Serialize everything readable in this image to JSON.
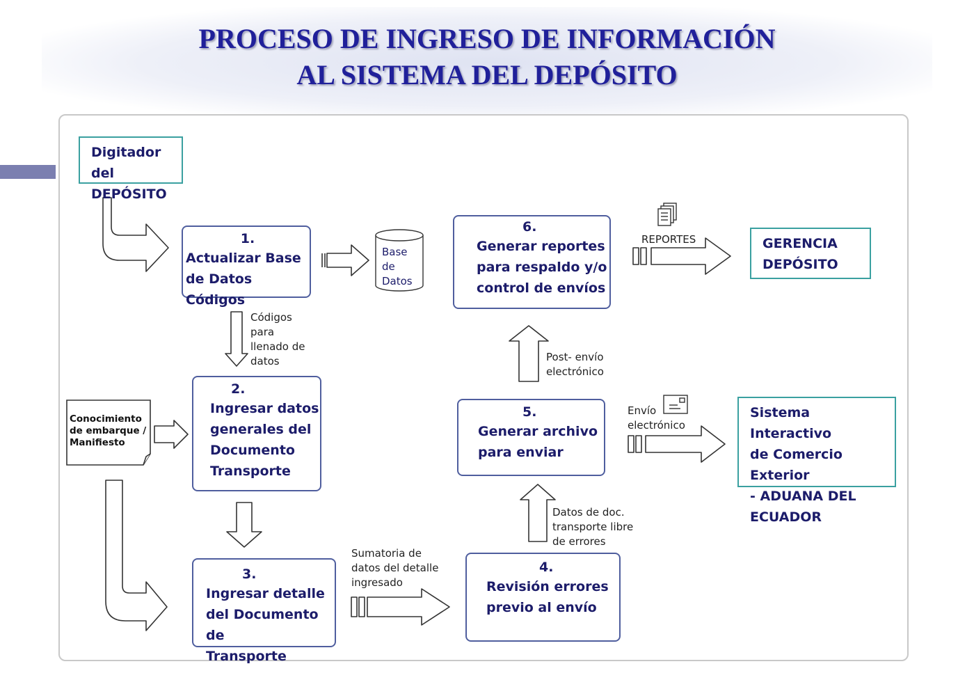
{
  "title": {
    "line1": "PROCESO DE INGRESO DE INFORMACIÓN",
    "line2": "AL SISTEMA DEL DEPÓSITO"
  },
  "actors": {
    "digitador": "Digitador del\nDEPÓSITO",
    "gerencia": "GERENCIA\nDEPÓSITO",
    "aduana": "Sistema Interactivo\nde Comercio Exterior\n- ADUANA DEL\nECUADOR"
  },
  "steps": [
    {
      "number": "1.",
      "text": "Actualizar Base\nde Datos Códigos"
    },
    {
      "number": "2.",
      "text": "Ingresar datos\ngenerales del\nDocumento\nTransporte"
    },
    {
      "number": "3.",
      "text": "Ingresar detalle\ndel  Documento de\nTransporte"
    },
    {
      "number": "4.",
      "text": "Revisión errores\nprevio al envío"
    },
    {
      "number": "5.",
      "text": "Generar archivo\npara enviar"
    },
    {
      "number": "6.",
      "text": "Generar reportes\npara respaldo y/o\ncontrol de envíos"
    }
  ],
  "database": "Base\nde\nDatos",
  "document": "Conocimiento\nde embarque /\nManifiesto",
  "flow_labels": {
    "codigos": "Códigos\npara\nllenado de\ndatos",
    "sumatoria": "Sumatoria de\ndatos del detalle\ningresado",
    "datos_doc": "Datos de doc.\ntransporte libre\nde errores",
    "post_envio": "Post- envío\nelectrónico",
    "envio": "Envío\nelectrónico",
    "reportes": "REPORTES"
  },
  "icons": [
    "database-icon",
    "document-icon",
    "reports-icon",
    "envelope-icon"
  ],
  "colors": {
    "title": "#20209a",
    "box_border": "#4f5e9e",
    "teal_border": "#3aa0a0",
    "text": "#1c1c6a"
  }
}
